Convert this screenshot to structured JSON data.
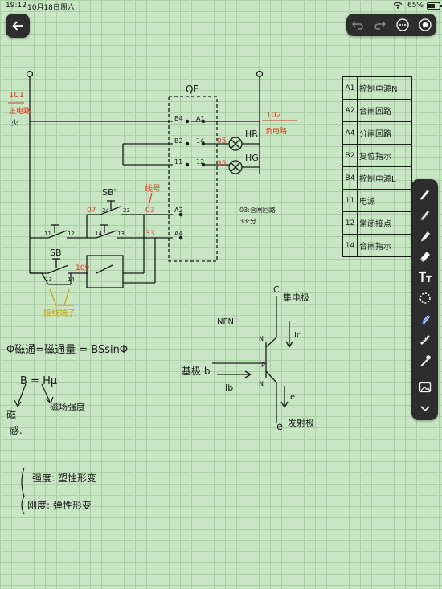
{
  "status_bar": {
    "time": "19:12",
    "date": "10月18日周六",
    "battery": "65%",
    "battery_level": 0.65
  },
  "toolbar": {
    "back_icon": "arrow-left-icon",
    "undo_icon": "undo-icon",
    "redo_icon": "redo-icon",
    "more_icon": "more-horizontal-icon",
    "done_icon": "done-circle-icon"
  },
  "side_tools": [
    "pen-tool-icon",
    "pencil-icon",
    "marker-icon",
    "eraser-icon",
    "text-tool-icon",
    "lasso-icon",
    "tape-icon",
    "ruler-icon",
    "color-dropper-icon",
    "image-insert-icon",
    "chevron-down-icon"
  ],
  "colors": {
    "ink": "#1b1b1b",
    "red_ink": "#e8341c",
    "yellow_ink": "#c9a200",
    "toolbar": "#2d2d2d"
  },
  "notes": {
    "circuit": {
      "label_101": "101",
      "label_positive": "正电路",
      "label_fire": "火",
      "label_qf": "QF",
      "label_102": "102",
      "label_negative": "负电路",
      "pin_b4": "B4",
      "pin_b2": "B2",
      "pin_11": "11",
      "pin_a1": "A1",
      "pin_14": "14",
      "pin_12": "12",
      "pin_a2": "A2",
      "pin_a4": "A4",
      "num_05": "05",
      "num_35": "35",
      "lamp_hr": "HR",
      "lamp_hg": "HG",
      "sb_prime": "SB'",
      "line_number": "线号",
      "num_07": "07",
      "num_03": "03",
      "num_33": "33",
      "sw_24": "24",
      "sw_23": "23",
      "sw_11": "11",
      "sw_12": "12",
      "sw_14": "14",
      "sw_13": "13",
      "label_sb": "SB",
      "num_109": "109",
      "t13": "13",
      "t14": "14",
      "terminal_note": "接线端子",
      "note_03": "03:合闸回路",
      "note_33": "33:分 ……"
    },
    "legend": [
      {
        "code": "A1",
        "desc": "控制电源N"
      },
      {
        "code": "A2",
        "desc": "合闸回路"
      },
      {
        "code": "A4",
        "desc": "分闸回路"
      },
      {
        "code": "B2",
        "desc": "复位指示"
      },
      {
        "code": "B4",
        "desc": "控制电源L"
      },
      {
        "code": "11",
        "desc": "电源"
      },
      {
        "code": "12",
        "desc": "常闭接点"
      },
      {
        "code": "14",
        "desc": "合闸指示"
      }
    ],
    "transistor": {
      "c": "C",
      "collector": "集电极",
      "npn": "NPN",
      "n_top": "N",
      "ic": "Ic",
      "base_label": "基极 b",
      "p": "P",
      "ib": "Ib",
      "n_bottom": "N",
      "ie": "Ie",
      "e": "e",
      "emitter": "发射极"
    },
    "formulas": {
      "flux": "Φ磁通=磁通量 = BSsinΦ",
      "bhu": "B = Hμ",
      "magnetic": "磁",
      "field": "磁场强度",
      "sense": "感."
    },
    "properties": {
      "strength": "强度: 塑性形变",
      "stiffness": "刚度: 弹性形变"
    }
  }
}
